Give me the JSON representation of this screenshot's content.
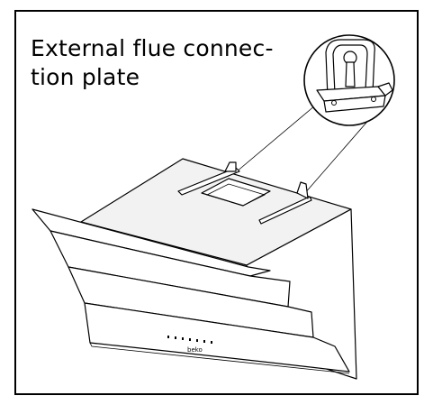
{
  "caption": {
    "line1": "External flue connec-",
    "line2": "tion plate"
  },
  "brand_label": "beko",
  "icons": {
    "detail_magnifier": "magnified-plate-detail-icon",
    "hood": "cooker-hood-illustration-icon"
  }
}
